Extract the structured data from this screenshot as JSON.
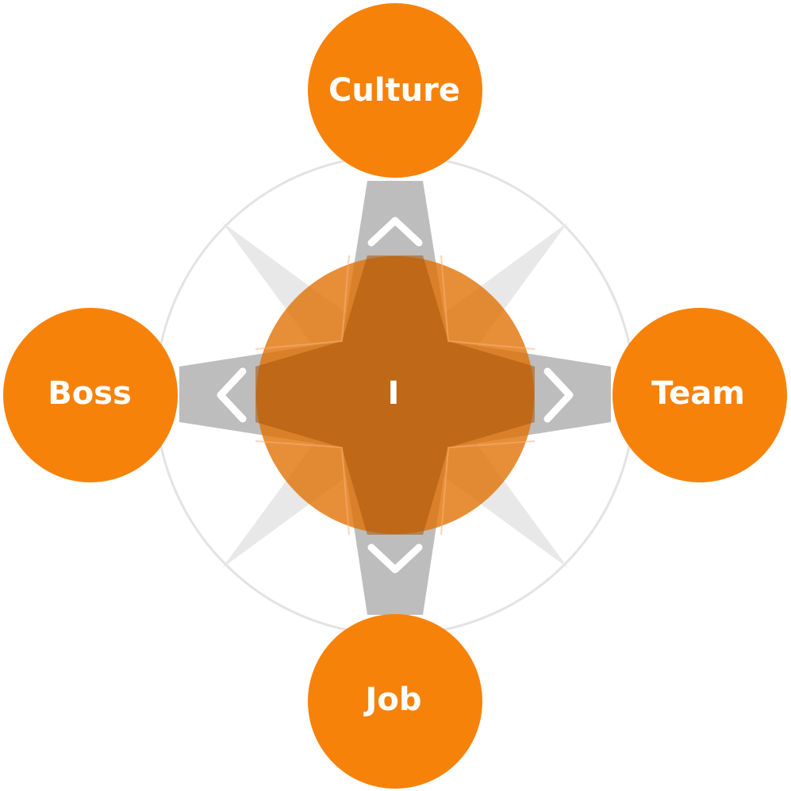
{
  "diagram": {
    "center": {
      "label": "I"
    },
    "nodes": {
      "top": {
        "label": "Culture"
      },
      "right": {
        "label": "Team"
      },
      "bottom": {
        "label": "Job"
      },
      "left": {
        "label": "Boss"
      }
    }
  },
  "colors": {
    "node_fill": "#F7820A",
    "center_fill": "#E07000",
    "arm_fill": "#BDBDBD",
    "diagonal_fill": "#E8E8E8",
    "ring_stroke": "#E3E3E3",
    "label_text": "#FFFFFF"
  }
}
